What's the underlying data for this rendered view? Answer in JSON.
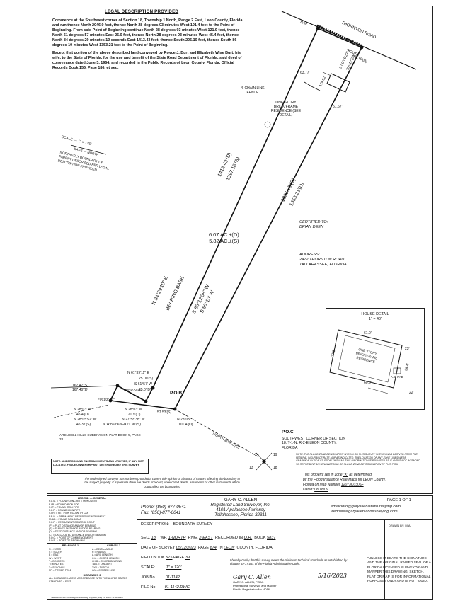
{
  "legal": {
    "heading": "LEGAL DESCRIPTION PROVIDED",
    "para1": "Commence at the Southwest corner of Section 18, Township 1 North, Range 2 East, Leon County, Florida, and run thence North 2046.0 feet, thence North 28 degrees 03 minutes West 101.4 feet to the Point of Beginning. From said Point of Beginning continue North 28 degrees 03 minutes West 121.9 feet, thence North 61 degrees 57 minutes East 25.0 feet, thence North 28 degrees 03 minutes West 45.4 feet, thence North 84 degrees 29 minutes 10 seconds East 1413.43 feet, thence South 205.10 feet, thence South 86 degrees 10 minutes West 1353.21 feet to the Point of Beginning.",
    "para2": "Except that portion of the above described land conveyed by Royce J. Burt and Elizabeth Wise Burt, his wife, to the State of Florida, for the use and benefit of the State Road Department of Florida, said deed of conveyance dated June 3, 1964, and recorded in the Public Records of Leon County, Florida, Official Records Book 156, Page 186, et seq."
  },
  "plan": {
    "thornton_road": "THORNTON ROAD",
    "rw": "R/W",
    "south_d": "SOUTH",
    "south_205_d": "205.10'(D)",
    "bearing_s": "S 00°05'29\" E",
    "bearing_s_dist": "205.12'(S)",
    "dist_6377": "63.77'",
    "dist_5167": "51.67'",
    "dist_17492": "174.92'",
    "chainlink": "4' CHAIN LINK FENCE",
    "residence": "ONE STORY BRICK/FRAME RESIDENCE (SEE DETAIL)",
    "north_line_d": "1413.43'(D)",
    "north_line_s": "1397.18'(S)",
    "south_line_d": "1336.95'(S)",
    "south_line_s": "1353.21'(D)",
    "north_bearing": "N 84°29'10\" E",
    "bearing_base": "BEARING BASE",
    "south_bearing_a": "S 86°10' W",
    "south_bearing_b": "S 86°12'08\" W",
    "acre_d": "6.07 AC.±(D)",
    "acre_s": "5.82 AC.±(S)",
    "scale_label": "SCALE — 1\" = 120'",
    "north_boundary": "NORTHERLY BOUNDARY OF PARENT DESCRIBED PER LEGAL DESCRIPTION PROVIDED",
    "base_north": "BASE — NORTH",
    "c1_1": "N 61°39'11\" E",
    "c1_2": "25.00'(S)",
    "c1_3": "S 61°57' W",
    "c1_4": "25.0'(D)",
    "w_1": "167.47'(S)",
    "w_2": "167.40'(D)",
    "found_axle": "FOUND AXLE",
    "fir_1": "FIR 1/2\" #2\"",
    "n28_1": "N 28°03' W",
    "n28_2": "45.4'(D)",
    "n28_3": "N 28°05'52\" W",
    "n28_4": "45.37'(S)",
    "fence4": "4' WIRE FENCE",
    "mid_1": "N 28°03' W",
    "mid_2": "121.9'(D)",
    "mid_3": "N 27°58'38\" W",
    "mid_4": "121.90'(S)",
    "pob": "P.O.B.",
    "pob_1": "57.53'(S)",
    "pob_2": "N 28°05'",
    "pob_3": "101.4'(D)",
    "north_2046": "NORTH 2046.0'(D)",
    "poc_title": "P.O.C.",
    "poc_text": "SOUTHWEST CORNER OF SECTION 18, T-1-N, R-2-E LEON COUNTY, FLORIDA",
    "arendell": "ARENDELL HILLS SUBDIVISION PLAT BOOK 5, PAGE 33",
    "sec_13": "13",
    "sec_18": "18",
    "sec_24": "24",
    "sec_19": "19"
  },
  "certified": {
    "label": "CERTIFIED TO:",
    "name": "BRIAN DEEN"
  },
  "address": {
    "label": "ADDRESS:",
    "line1": "2472 THORNTON ROAD",
    "line2": "TALLAHASSEE, FLORIDA"
  },
  "house": {
    "title": "HOUSE DETAIL",
    "scale": "1\" = 40'",
    "label": "ONE STORY BRICK/FRAME RESIDENCE",
    "d1": "61.0'",
    "d2": "27.5'",
    "d3": "60.0'",
    "d4": "38.4'",
    "d5": "22'",
    "ac": "A.C. PAD",
    "pool": "23'"
  },
  "note": "NOTE: UNDERGROUND ENCROACHMENTS AND UTILITIES, IF ANY, NOT LOCATED. FENCE OWNERSHIP NOT DETERMINED BY THIS SURVEY.",
  "disclaimer": "The undersigned surveyor has not been provided a current title opinion or abstract of matters affecting title boundary to the subject property. It is possible there are deeds of record, unrecorded deeds, easements or other instruments which could affect the boundaries.",
  "flood": {
    "note": "NOTE: THE FLOOD ZONE DESIGNATION SHOWN ON THIS SURVEY SKETCH WAS DERIVED FROM THE FEDERAL INSURANCE RATE MAP AS INDICATED. THE LOCATION OF ANY ZONE LINES WERE GRAPHICALLY SCALED FROM THIS MAP. THIS INFORMATION IS PROVIDED AS IS AND IS NOT INTENDED TO REPRESENT ANY ENGINEERING OR FLOOD ZONE DETERMINATION BY THIS FIRM.",
    "line1_a": "This property lies in zone",
    "zone": "\"X\"",
    "line1_b": "as determined",
    "line2": "by the Flood Insurance Rate Maps for LEON County,",
    "line3_a": "Florida on Map Number",
    "map_number": "12073C0306F",
    "line4_a": "Dated:",
    "date": "08/18/09"
  },
  "legend": {
    "title": "LEGEND",
    "general_title": "GENERAL",
    "items_left": [
      "F.C.M. = FOUND CONCRETE MONUMENT",
      "F.I.R. = FOUND IRON ROD",
      "F.I.P. = FOUND IRON PIPE",
      "F.C.P. = FOUND IRON PIPE",
      "S.I.R. = SET IRON ROD WITH CAP",
      "P.R.M. = PERMANENT REFERENCE MONUMENT",
      "FN&D = FOUND NAIL & CAP",
      "P.C.P. = PERMANENT CONTROL POINT",
      "(P) = PLAT DISTANCE AND/OR BEARING",
      "(S) = SURVEY DISTANCE AND/OR BEARING",
      "(D) = DEED DISTANCE AND/OR BEARING",
      "(C) = CALCULATED DISTANCE AND/OR BEARING",
      "P.O.C. = POINT OF COMMENCEMENT",
      "P.O.B. = POINT OF BEGINNING"
    ],
    "b1_title": "BEARINGS 1",
    "b1_items": [
      "N = NORTH",
      "S = SOUTH",
      "E = EAST",
      "W = WEST",
      "° = DEGREES",
      "' = MINUTES",
      "\" = SECONDS",
      "PP = POWER POLE"
    ],
    "c2_title": "CURVES 2",
    "c2_items": [
      "Δ = DELTA ANGLE",
      "R = RADIUS",
      "A = ARC LENGTH",
      "C.L. = CHORD LENGTH",
      "CH.B = CHORD BEARING",
      "TAN. = TANGENT",
      "TYP = TYPICAL",
      "C/L = CENTER LINE"
    ],
    "d3_title": "DISTANCES 3",
    "d3_text": "ALL DISTANCES ARE IN ACCORDANCE WITH THE UNITED STATES STANDARD = FEET"
  },
  "firm": {
    "name": "GARY C. ALLEN",
    "line2": "Registered Land Surveyor, Inc.",
    "line3": "4101 Apalachee Parkway",
    "line4": "Tallahassee, Florida 32311",
    "phone": "Phone: (850)-877-0541",
    "fax": "Fax: (850)-877-0041",
    "email": "email:info@garyallenlandsurveying.com",
    "web": "web:www.garyallenlandsurveying.com",
    "page": "PAGE 1 OF 1",
    "drawn": "DRAWN BY: M.A."
  },
  "title_block": {
    "desc_label": "DESCRIPTION:",
    "desc_value": "BOUNDARY SURVEY",
    "sec_label": "SEC.",
    "sec": "18",
    "twp_label": "TWP.",
    "twp": "1-NORTH",
    "rng_label": "RNG.",
    "rng": "2-EAST",
    "recorded_label": "RECORDED IN",
    "recorded": "O.R.",
    "book_label": "BOOK",
    "book": "5837",
    "date_label": "DATE OF SURVEY",
    "date": "05/12/2023",
    "page_label": "PAGE",
    "page": "874",
    "in_label": "IN",
    "county": "LEON",
    "county_label": "COUNTY, FLORIDA",
    "fieldbook_label": "FIELD BOOK",
    "fieldbook": "575",
    "fb_page_label": "PAGE",
    "fb_page": "39",
    "scale_label": "SCALE:",
    "scale": "1\" = 120'",
    "job_label": "JOB No.",
    "job": "01-1142",
    "file_label": "FILE No.",
    "file": "01-1142.DWG",
    "cert": "I hereby certify that this survey meets the minimum technical standards as established by chapter 5J-17.051 of the Florida Administrative Code.",
    "signature": "Gary C. Allen",
    "sig_date": "5/16/2023",
    "signer1": "GARY C. ALLEN, P.S.M.",
    "signer2": "Professional Surveyor and Mapper",
    "signer3": "Florida Registration No. 4016",
    "unless": "\"UNLESS IT BEARS THE SIGNATURE AND THE ORIGINAL RAISED SEAL OF A FLORIDA LICENSED SURVEYOR AND MAPPER THIS DRAWING, SKETCH, PLAT OR MAP IS FOR INFORMATIONAL PURPOSES ONLY AND IS NOT VALID.\"",
    "footer_file": "Sketches\\01\\01-1142\\dwg\\01-1142.dwg, Layout1, May 15, 2023 - 9:50:56am"
  }
}
